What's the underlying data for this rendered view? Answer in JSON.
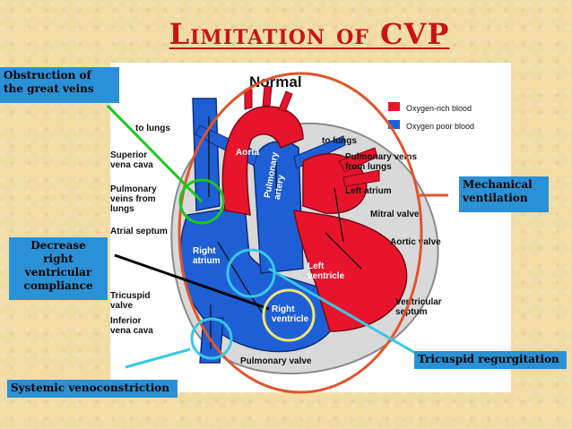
{
  "slide": {
    "title": "Limitation of CVP"
  },
  "figure": {
    "title": "Normal",
    "legend": [
      {
        "label": "Oxygen-rich blood",
        "color": "#e8142c"
      },
      {
        "label": "Oxygen poor blood",
        "color": "#1f5fd6"
      }
    ],
    "labels": {
      "to_lungs_left": "to lungs",
      "to_lungs_right": "to lungs",
      "superior_vena_cava": "Superior\nvena cava",
      "pulmonary_veins_left": "Pulmonary\nveins from\nlungs",
      "atrial_septum": "Atrial septum",
      "tricuspid_valve": "Tricuspid\nvalve",
      "inferior_vena_cava": "Inferior\nvena cava",
      "aorta": "Aorta",
      "pulmonary_artery": "Pulmonary\nartery",
      "pulmonary_veins_right": "Pulmonary veins\nfrom lungs",
      "left_atrium": "Left atrium",
      "mitral_valve": "Mitral valve",
      "aortic_valve": "Aortic valve",
      "right_atrium": "Right\natrium",
      "left_ventricle": "Left\nventricle",
      "right_ventricle": "Right\nventricle",
      "ventricular_septum": "Ventricular\nseptum",
      "pulmonary_valve": "Pulmonary valve"
    }
  },
  "callouts": {
    "obstruction": "Obstruction of\nthe great veins",
    "decrease_rv": "Decrease\nright\nventricular\ncompliance",
    "mechanical": "Mechanical\nventilation",
    "tricuspid": "Tricuspid regurgitation",
    "systemic": "Systemic venoconstriction"
  },
  "colors": {
    "title": "#c81414",
    "callout_bg": "#2b91d6",
    "big_ellipse": "#e0552a",
    "green_marker": "#19c81e",
    "cyan_marker": "#37c8e6",
    "yellow_marker": "#f0e678",
    "black_line": "#000000"
  }
}
